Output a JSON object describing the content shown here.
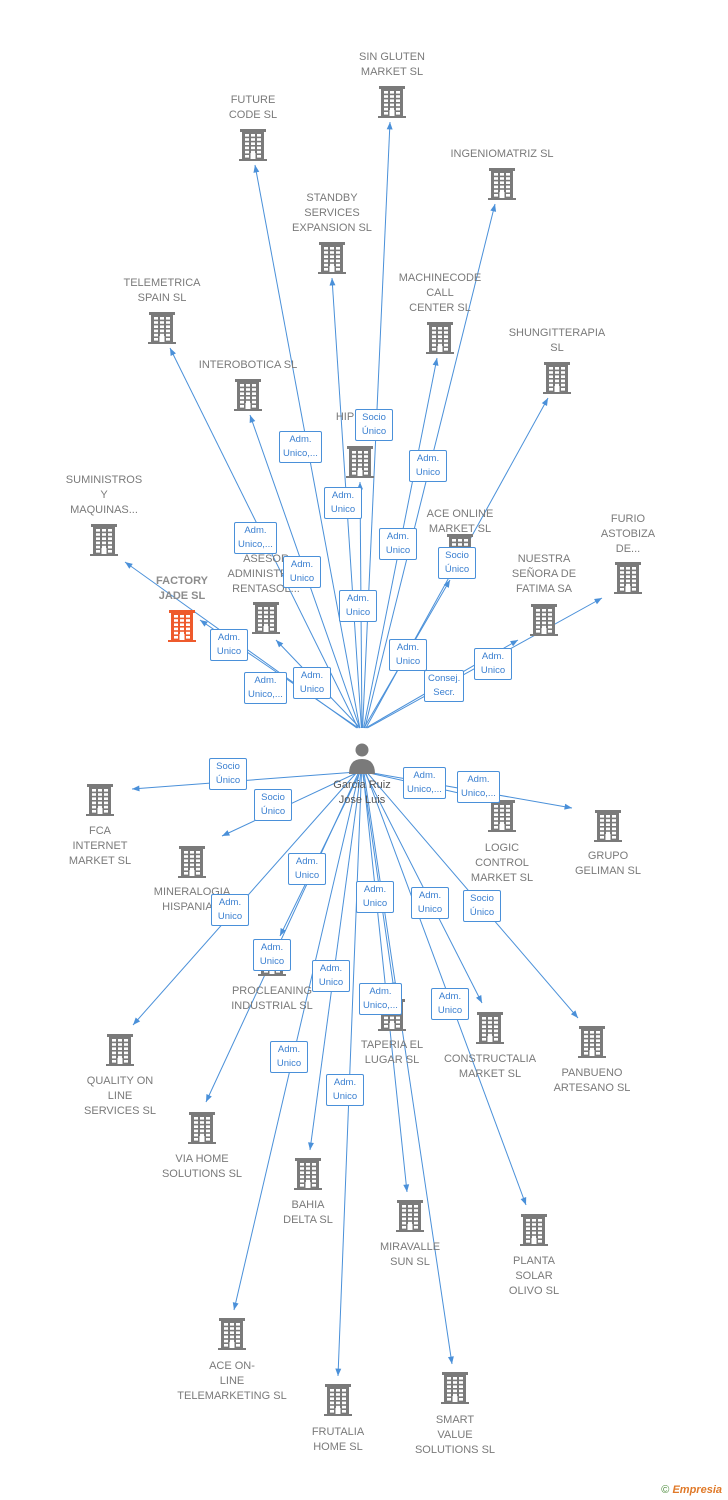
{
  "colors": {
    "edge": "#4a90d9",
    "building": "#7a7a7a",
    "highlight": "#ee5a2c",
    "person": "#7a7a7a"
  },
  "center": {
    "label": "Garcia Ruiz\nJose Luis",
    "icon": "person-icon"
  },
  "companies": [
    {
      "id": "sin-gluten",
      "label": "SIN GLUTEN\nMARKET  SL"
    },
    {
      "id": "future-code",
      "label": "FUTURE\nCODE  SL"
    },
    {
      "id": "ingeniomatriz",
      "label": "INGENIOMATRIZ SL"
    },
    {
      "id": "standby",
      "label": "STANDBY\nSERVICES\nEXPANSION SL"
    },
    {
      "id": "machinecode",
      "label": "MACHINECODE\nCALL\nCENTER  SL"
    },
    {
      "id": "telemetrica",
      "label": "TELEMETRICA\nSPAIN  SL"
    },
    {
      "id": "shungitterapia",
      "label": "SHUNGITTERAPIA\nSL"
    },
    {
      "id": "interobotica",
      "label": "INTEROBOTICA SL"
    },
    {
      "id": "hiperf",
      "label": "HIPERF..."
    },
    {
      "id": "ace-online",
      "label": "ACE ONLINE\nMARKET SL"
    },
    {
      "id": "suministros",
      "label": "SUMINISTROS\nY\nMAQUINAS..."
    },
    {
      "id": "furio",
      "label": "FURIO\nASTOBIZA\nDE..."
    },
    {
      "id": "factory-jade",
      "label": "FACTORY\nJADE  SL",
      "highlight": true
    },
    {
      "id": "asesor",
      "label": "ASESOR\nADMINISTRA...\nRENTASOL..."
    },
    {
      "id": "nuestra",
      "label": "NUESTRA\nSEÑORA DE\nFATIMA SA"
    },
    {
      "id": "fca",
      "label": "FCA\nINTERNET\nMARKET  SL"
    },
    {
      "id": "logic",
      "label": "LOGIC\nCONTROL\nMARKET  SL"
    },
    {
      "id": "geliman",
      "label": "GRUPO\nGELIMAN  SL"
    },
    {
      "id": "mineralogia",
      "label": "MINERALOGIA\nHISPANIA..."
    },
    {
      "id": "procleaning",
      "label": "PROCLEANING\nINDUSTRIAL SL"
    },
    {
      "id": "taperia",
      "label": "TAPERIA EL\nLUGAR SL"
    },
    {
      "id": "constructalia",
      "label": "CONSTRUCTALIA\nMARKET  SL"
    },
    {
      "id": "panbueno",
      "label": "PANBUENO\nARTESANO  SL"
    },
    {
      "id": "quality",
      "label": "QUALITY ON\nLINE\nSERVICES  SL"
    },
    {
      "id": "via-home",
      "label": "VIA HOME\nSOLUTIONS SL"
    },
    {
      "id": "bahia",
      "label": "BAHIA\nDELTA SL"
    },
    {
      "id": "miravalle",
      "label": "MIRAVALLE\nSUN  SL"
    },
    {
      "id": "planta",
      "label": "PLANTA\nSOLAR\nOLIVO SL"
    },
    {
      "id": "ace-tele",
      "label": "ACE ON-\nLINE\nTELEMARKETING SL"
    },
    {
      "id": "frutalia",
      "label": "FRUTALIA\nHOME  SL"
    },
    {
      "id": "smart",
      "label": "SMART\nVALUE\nSOLUTIONS SL"
    }
  ],
  "relations": [
    "Socio\nÚnico",
    "Adm.\nUnico,...",
    "Adm.\nUnico",
    "Adm.\nUnico",
    "Adm.\nUnico,...",
    "Adm.\nUnico",
    "Adm.\nUnico",
    "Adm.\nUnico",
    "Socio\nÚnico",
    "Adm.\nUnico",
    "Adm.\nUnico",
    "Adm.\nUnico,...",
    "Adm.\nUnico",
    "Adm.\nUnico",
    "Consej.\nSecr.",
    "Socio\nÚnico",
    "Socio\nÚnico",
    "Adm.\nUnico,...",
    "Adm.\nUnico,...",
    "Adm.\nUnico",
    "Adm.\nUnico",
    "Adm.\nUnico",
    "Adm.\nUnico",
    "Socio\nÚnico",
    "Adm.\nUnico",
    "Adm.\nUnico,...",
    "Adm.\nUnico",
    "Adm.\nUnico",
    "Adm.\nUnico",
    "Adm.\nUnico"
  ],
  "watermark": {
    "symbol": "©",
    "brand": "Empresia"
  }
}
